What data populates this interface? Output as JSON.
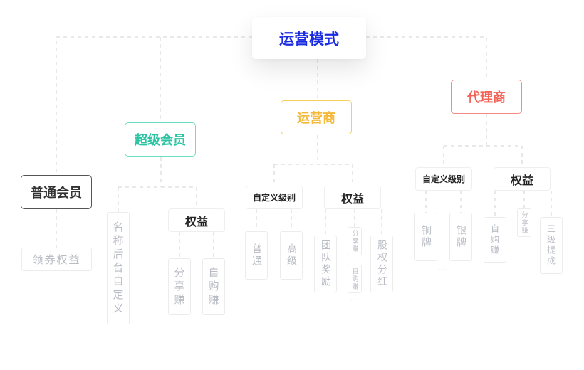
{
  "root": {
    "label": "运营模式",
    "color": "#1a2be0"
  },
  "categories": [
    {
      "key": "regular",
      "label": "普通会员",
      "color": "#333333",
      "children": [
        {
          "label": "领券权益"
        }
      ]
    },
    {
      "key": "super",
      "label": "超级会员",
      "color": "#2cc4a2",
      "children": [
        {
          "label": "名称后台自定义"
        },
        {
          "label": "权益",
          "children": [
            {
              "label": "分享赚"
            },
            {
              "label": "自购赚"
            }
          ]
        }
      ]
    },
    {
      "key": "operator",
      "label": "运营商",
      "color": "#f5b93a",
      "children": [
        {
          "label": "自定义级别",
          "children": [
            {
              "label": "普通"
            },
            {
              "label": "高级"
            }
          ]
        },
        {
          "label": "权益",
          "children": [
            {
              "label": "团队奖励"
            },
            {
              "label": "分享赚"
            },
            {
              "label": "自购赚"
            },
            {
              "label": "股权分红"
            }
          ],
          "more": "..."
        }
      ]
    },
    {
      "key": "agent",
      "label": "代理商",
      "color": "#f26257",
      "children": [
        {
          "label": "自定义级别",
          "children": [
            {
              "label": "铜牌"
            },
            {
              "label": "银牌"
            }
          ],
          "more": "..."
        },
        {
          "label": "权益",
          "children": [
            {
              "label": "自购赚"
            },
            {
              "label": "分享赚"
            },
            {
              "label": "三级提成"
            }
          ]
        }
      ]
    }
  ]
}
